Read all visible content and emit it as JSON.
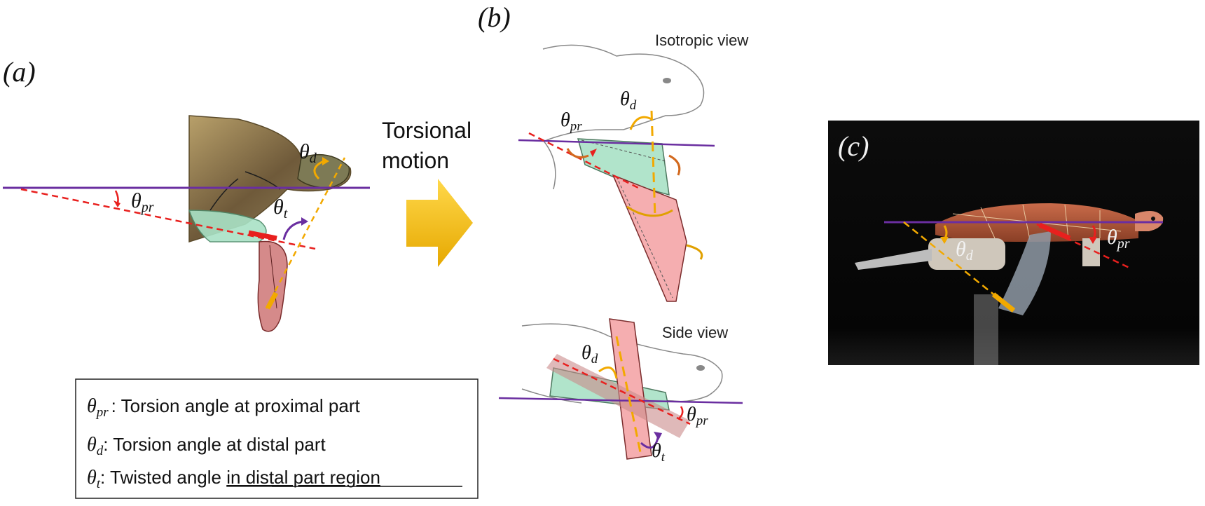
{
  "panels": {
    "a": "(a)",
    "b": "(b)",
    "c": "(c)"
  },
  "middle": {
    "line1": "Torsional",
    "line2": "motion"
  },
  "views": {
    "isotropic": "Isotropic view",
    "side": "Side view"
  },
  "symbols": {
    "theta": "θ",
    "pr": "pr",
    "d": "d",
    "t": "t"
  },
  "legend": {
    "row1_desc": ": Torsion angle at proximal part",
    "row2_desc": ": Torsion angle at distal part",
    "row3_desc_plain": ": Twisted angle ",
    "row3_desc_underlined": "in distal part region"
  },
  "colors": {
    "purple_line": "#6a2ea0",
    "red_dash": "#e8201e",
    "orange": "#f2a900",
    "green_fill": "#a9e2c6",
    "pink_fill": "#f5aeb0",
    "arrow_yellow": "#f7c000"
  }
}
